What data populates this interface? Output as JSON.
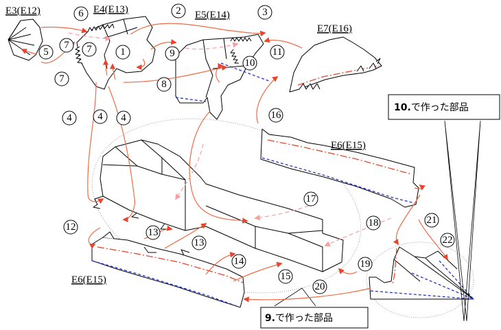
{
  "part_labels": {
    "e3": "E3(E12)",
    "e4": "E4(E13)",
    "e5": "E5(E14)",
    "e7": "E7(E16)",
    "e6_right": "E6(E15)",
    "e6_left": "E6(E15)"
  },
  "steps": [
    "1",
    "2",
    "3",
    "4",
    "4",
    "4",
    "5",
    "6",
    "7",
    "7",
    "7",
    "8",
    "9",
    "10",
    "11",
    "12",
    "13",
    "13",
    "14",
    "15",
    "16",
    "17",
    "18",
    "19",
    "20",
    "21",
    "22"
  ],
  "callouts": {
    "part10": {
      "num": "10.",
      "text": "で作った部品"
    },
    "part9": {
      "num": "9.",
      "text": "で作った部品"
    }
  },
  "colors": {
    "cut_line": "#e8452c",
    "fold_line": "#2233cc",
    "route": "#f06a45"
  }
}
